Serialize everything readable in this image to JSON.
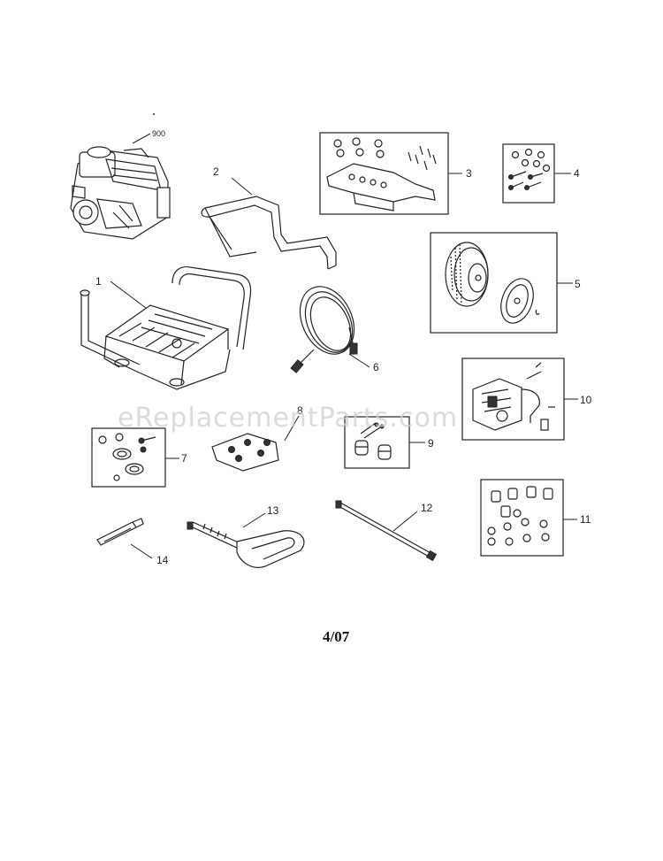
{
  "diagram": {
    "watermark": "eReplacementParts.com",
    "date": "4/07",
    "callouts": {
      "p900": "900",
      "p1": "1",
      "p2": "2",
      "p3": "3",
      "p4": "4",
      "p5": "5",
      "p6": "6",
      "p7": "7",
      "p8": "8",
      "p9": "9",
      "p10": "10",
      "p11": "11",
      "p12": "12",
      "p13": "13",
      "p14": "14"
    }
  }
}
